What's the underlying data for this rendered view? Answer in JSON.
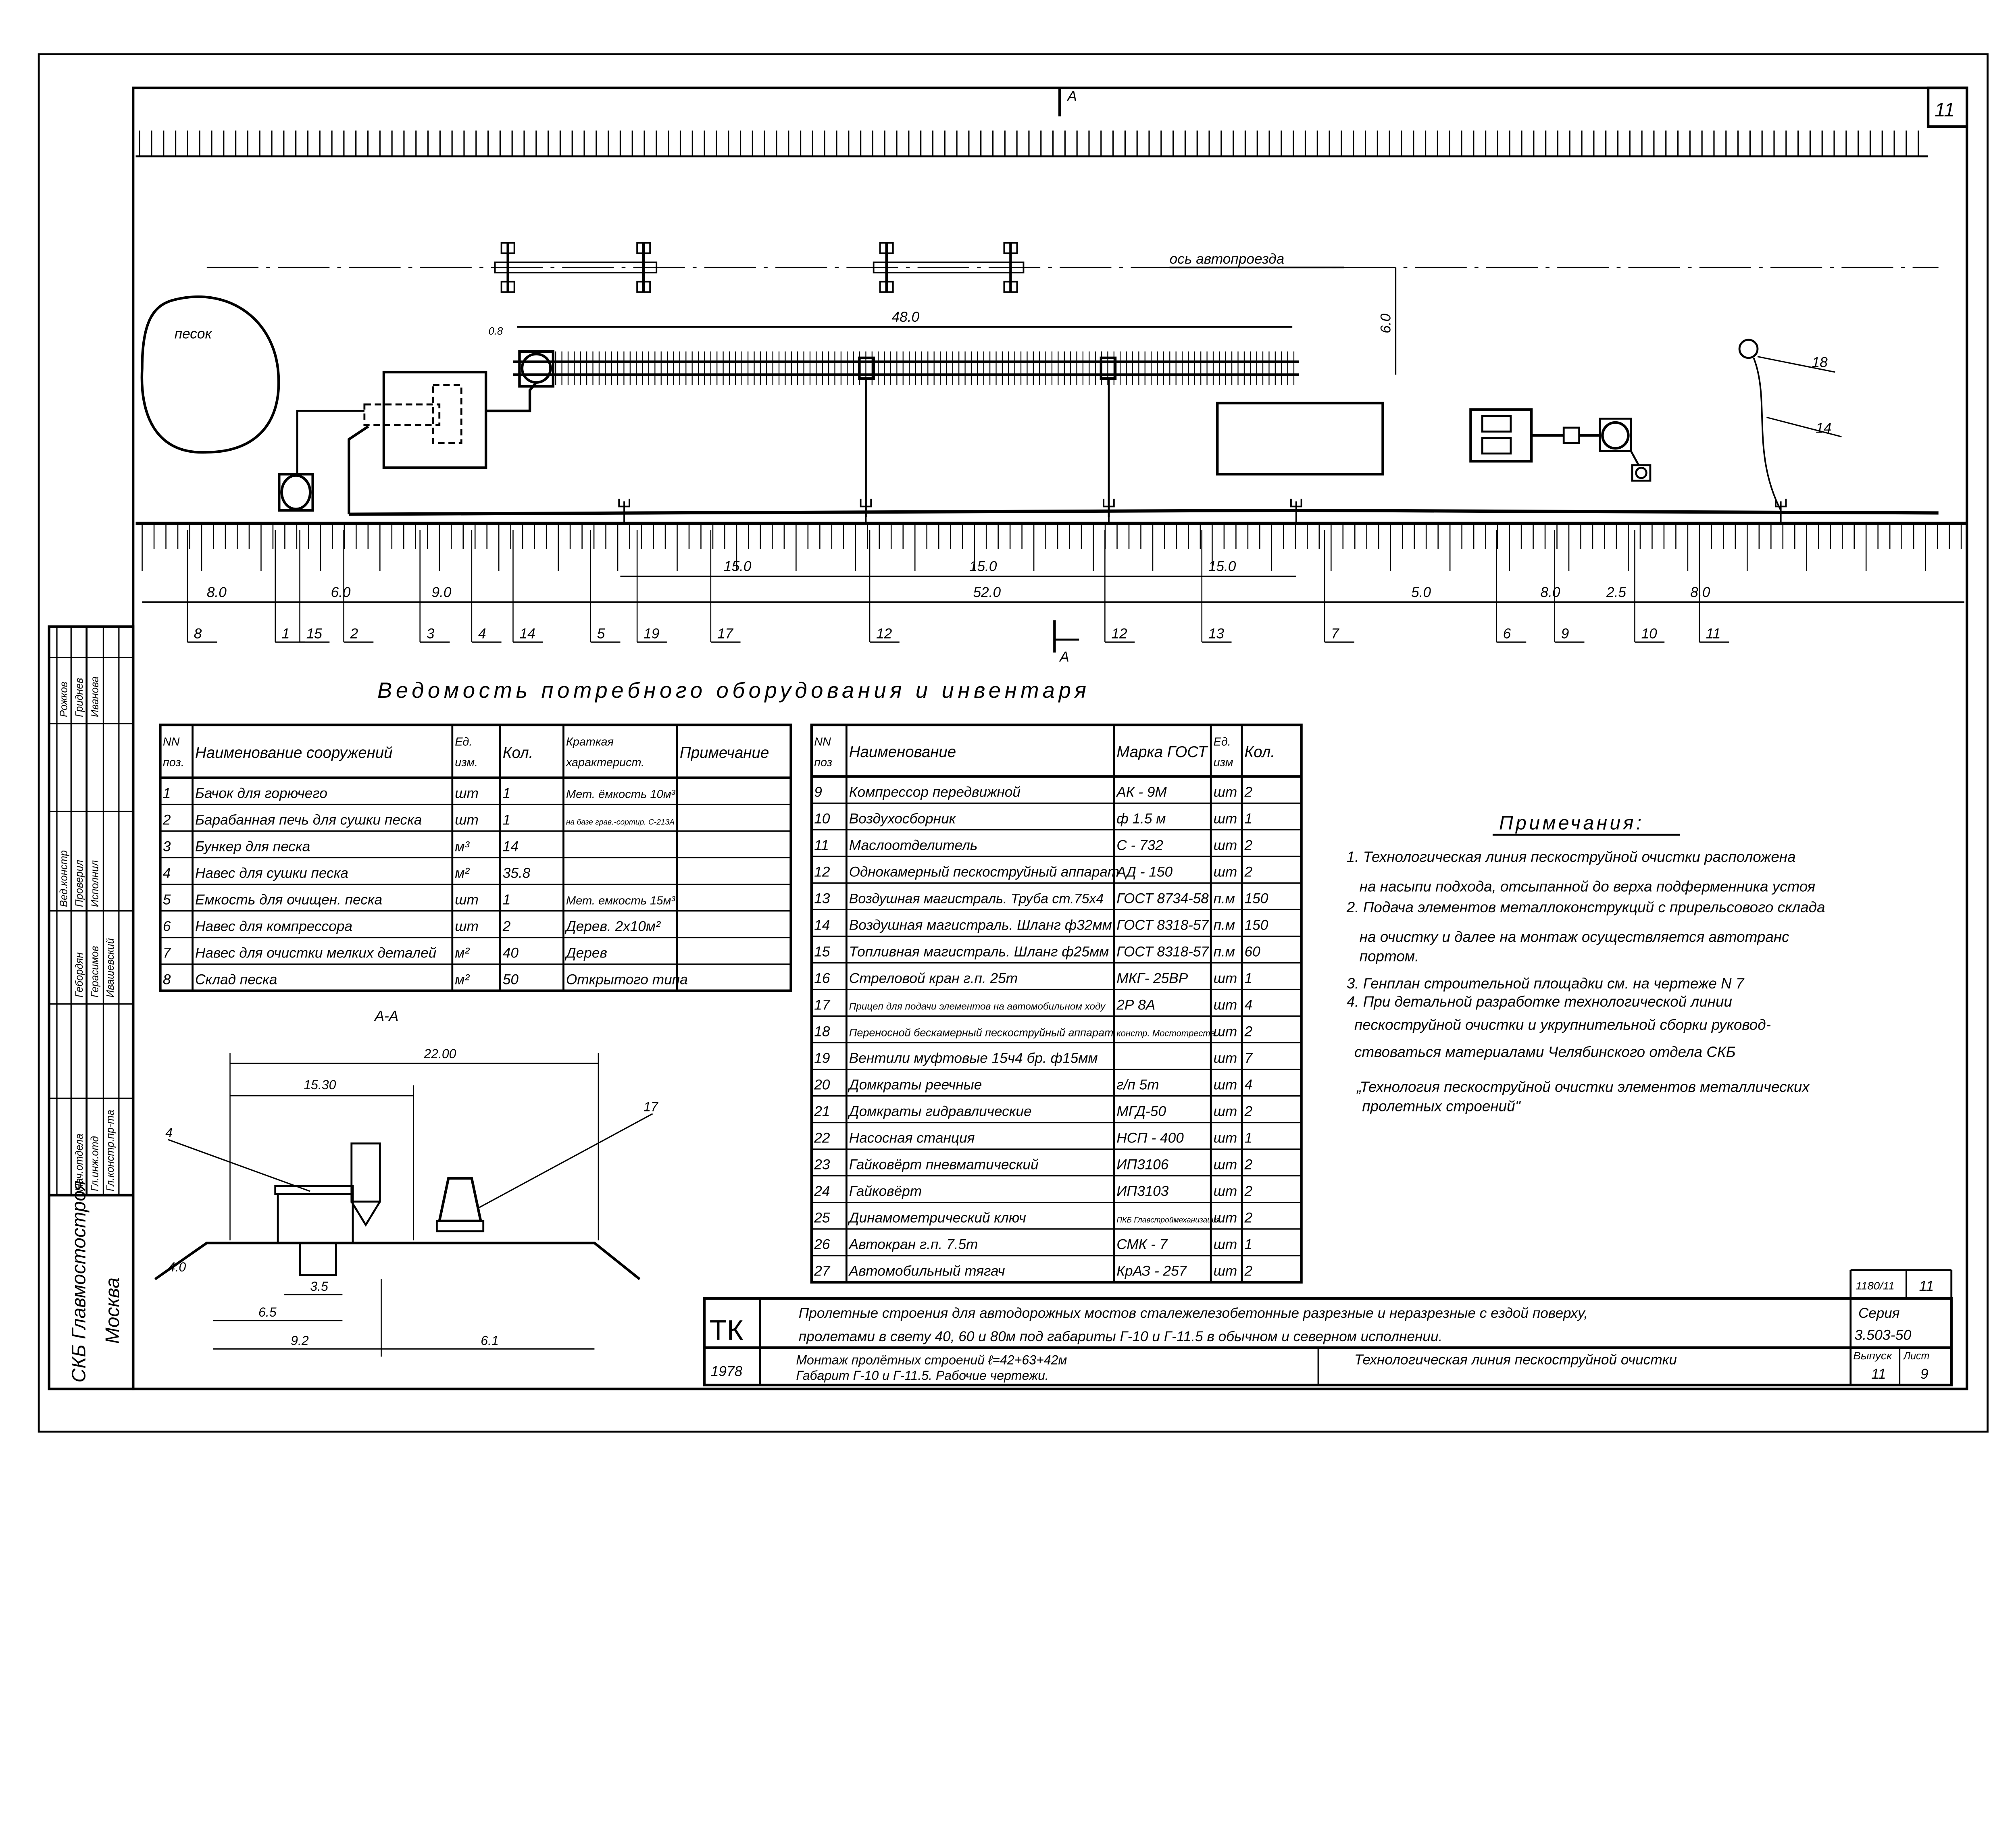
{
  "sheet_number": "11",
  "section_mark": "А",
  "axis_label": "ось автопроезда",
  "sand_label": "песок",
  "dims": {
    "d48": "48.0",
    "d6": "6.0",
    "d08": "0.8",
    "d15a": "15.0",
    "d15b": "15.0",
    "d15c": "15.0",
    "d80a": "8.0",
    "d60": "6.0",
    "d90": "9.0",
    "d52": "52.0",
    "d50": "5.0",
    "d80b": "8.0",
    "d25": "2.5",
    "d80c": "8.0"
  },
  "callouts": [
    "8",
    "1",
    "15",
    "2",
    "3",
    "4",
    "14",
    "5",
    "19",
    "17",
    "12",
    "12",
    "13",
    "7",
    "6",
    "9",
    "10",
    "11"
  ],
  "callouts_right": {
    "c18": "18",
    "c14": "14"
  },
  "heading": "Ведомость потребного оборудования и инвентаря",
  "table1": {
    "headers": [
      "NN поз.",
      "Наименование сооружений",
      "Ед. изм.",
      "Кол.",
      "Краткая характерист.",
      "Примечание"
    ],
    "rows": [
      [
        "1",
        "Бачок для горючего",
        "шт",
        "1",
        "Мет. ёмкость 10м³",
        ""
      ],
      [
        "2",
        "Барабанная печь для сушки песка",
        "шт",
        "1",
        "на базе грав.-сортир. С-213А",
        ""
      ],
      [
        "3",
        "Бункер для песка",
        "м³",
        "14",
        "",
        ""
      ],
      [
        "4",
        "Навес для сушки песка",
        "м²",
        "35.8",
        "",
        ""
      ],
      [
        "5",
        "Емкость для очищен. песка",
        "шт",
        "1",
        "Мет. емкость 15м³",
        ""
      ],
      [
        "6",
        "Навес для компрессора",
        "шт",
        "2",
        "Дерев. 2х10м²",
        ""
      ],
      [
        "7",
        "Навес для очистки мелких деталей",
        "м²",
        "40",
        "Дерев",
        ""
      ],
      [
        "8",
        "Склад песка",
        "м²",
        "50",
        "Открытого типа",
        ""
      ]
    ]
  },
  "table2": {
    "headers": [
      "NN поз",
      "Наименование",
      "Марка ГОСТ",
      "Ед. изм",
      "Кол."
    ],
    "rows": [
      [
        "9",
        "Компрессор передвижной",
        "АК - 9М",
        "шт",
        "2"
      ],
      [
        "10",
        "Воздухосборник",
        "ф 1.5 м",
        "шт",
        "1"
      ],
      [
        "11",
        "Маслоотделитель",
        "С - 732",
        "шт",
        "2"
      ],
      [
        "12",
        "Однокамерный пескоструйный аппарат",
        "АД - 150",
        "шт",
        "2"
      ],
      [
        "13",
        "Воздушная магистраль. Труба ст.75х4",
        "ГОСТ 8734-58",
        "п.м",
        "150"
      ],
      [
        "14",
        "Воздушная магистраль. Шланг ф32мм",
        "ГОСТ 8318-57",
        "п.м",
        "150"
      ],
      [
        "15",
        "Топливная магистраль. Шланг ф25мм",
        "ГОСТ 8318-57",
        "п.м",
        "60"
      ],
      [
        "16",
        "Стреловой кран г.п. 25т",
        "МКГ- 25ВР",
        "шт",
        "1"
      ],
      [
        "17",
        "Прицеп для подачи элементов на автомобильном ходу",
        "2Р 8А",
        "шт",
        "4"
      ],
      [
        "18",
        "Переносной бескамерный пескоструйный аппарат",
        "констр. Мостотреста",
        "шт",
        "2"
      ],
      [
        "19",
        "Вентили муфтовые 15ч4 бр. ф15мм",
        "",
        "шт",
        "7"
      ],
      [
        "20",
        "Домкраты реечные",
        "г/п 5т",
        "шт",
        "4"
      ],
      [
        "21",
        "Домкраты гидравлические",
        "МГД-50",
        "шт",
        "2"
      ],
      [
        "22",
        "Насосная станция",
        "НСП - 400",
        "шт",
        "1"
      ],
      [
        "23",
        "Гайковёрт пневматический",
        "ИП3106",
        "шт",
        "2"
      ],
      [
        "24",
        "Гайковёрт",
        "ИП3103",
        "шт",
        "2"
      ],
      [
        "25",
        "Динамометрический ключ",
        "ПКБ Главстроймеханизация",
        "шт",
        "2"
      ],
      [
        "26",
        "Автокран г.п. 7.5т",
        "СМК - 7",
        "шт",
        "1"
      ],
      [
        "27",
        "Автомобильный тягач",
        "КрАЗ - 257",
        "шт",
        "2"
      ]
    ]
  },
  "notes": {
    "title": "Примечания:",
    "lines": [
      "1. Технологическая линия пескоструйной очистки расположена",
      "на насыпи подхода, отсыпанной до верха подферменника устоя",
      "2. Подача элементов металлоконструкций с прирельсового склада",
      "на очистку и далее на монтаж осуществляется автотранс",
      "портом.",
      "3. Генплан строительной площадки см. на чертеже N 7",
      "4. При детальной разработке технологической линии",
      "пескоструйной очистки и укрупнительной сборки руковод-",
      "ствоваться материалами Челябинского отдела СКБ",
      "„Технология пескоструйной очистки элементов металлических",
      "пролетных строений\""
    ]
  },
  "section": {
    "title": "А-А",
    "d2200": "22.00",
    "d1530": "15.30",
    "d35": "3.5",
    "d65": "6.5",
    "d92": "9.2",
    "d61": "6.1",
    "d40": "4.0",
    "c4": "4",
    "c17": "17"
  },
  "title_block": {
    "code": "ТК",
    "year": "1978",
    "line1": "Пролетные строения для автодорожных мостов сталежелезобетонные разрезные и неразрезные с ездой поверху,",
    "line2": "пролетами в свету 40, 60 и 80м под габариты Г-10 и Г-11.5 в обычном и северном исполнении.",
    "sub1": "Монтаж пролётных строений ℓ=42+63+42м",
    "sub2": "Габарит Г-10 и Г-11.5. Рабочие чертежи.",
    "sheet_title": "Технологическая линия пескоструйной очистки",
    "ref": "1180/11",
    "ref_sheet": "11",
    "series_label": "Серия",
    "series": "3.503-50",
    "issue_label": "Выпуск",
    "sheet_label": "Лист",
    "issue": "11",
    "sheet": "9"
  },
  "stamp": {
    "org": "СКБ Главмостостроя",
    "city": "Москва",
    "roles_upper": [
      "Вед.констр",
      "Проверил",
      "Исполнил"
    ],
    "names_upper": [
      "Рожков",
      "Гриднев",
      "Иванова"
    ],
    "roles_lower": [
      "Нач.отдела",
      "Гл.инж.отд",
      "Гл.констр.пр-та"
    ],
    "names_lower": [
      "Гебордян",
      "Герасимов",
      "Ивашевский"
    ]
  }
}
